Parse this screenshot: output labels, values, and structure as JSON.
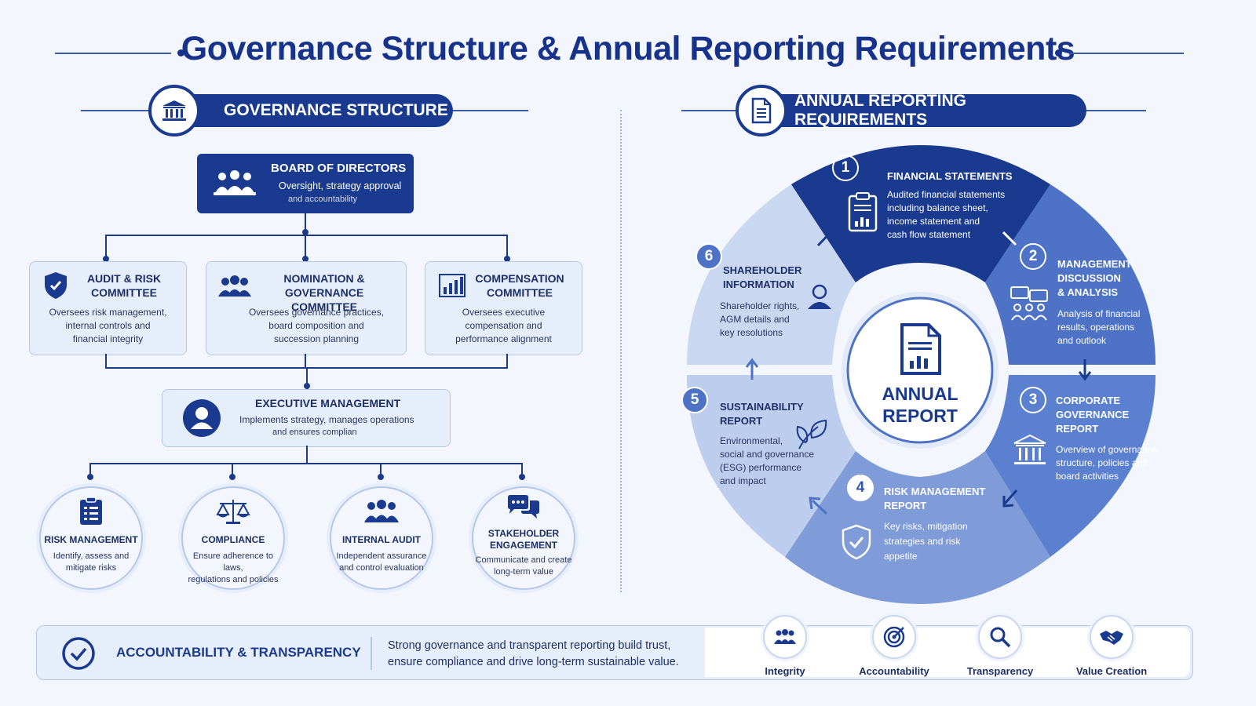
{
  "title": "Governance Structure & Annual Reporting Requirements",
  "governance": {
    "header": "GOVERNANCE STRUCTURE",
    "board": {
      "title": "BOARD OF DIRECTORS",
      "desc1": "Oversight, strategy approval",
      "desc2": "and accountability"
    },
    "committees": [
      {
        "title1": "AUDIT & RISK",
        "title2": "COMMITTEE",
        "desc": [
          "Oversees risk management,",
          "internal controls and",
          "financial integrity"
        ]
      },
      {
        "title1": "NOMINATION &",
        "title2": "GOVERNANCE COMMITTEE",
        "desc": [
          "Oversees governance practices,",
          "board composition and",
          "succession planning"
        ]
      },
      {
        "title1": "COMPENSATION",
        "title2": "COMMITTEE",
        "desc": [
          "Oversees executive",
          "compensation and",
          "performance alignment"
        ]
      }
    ],
    "executive": {
      "title": "EXECUTIVE MANAGEMENT",
      "desc1": "Implements strategy, manages operations",
      "desc2": "and ensures complian"
    },
    "functions": [
      {
        "title": "RISK MANAGEMENT",
        "desc": [
          "Identify, assess and",
          "mitigate risks"
        ]
      },
      {
        "title": "COMPLIANCE",
        "desc": [
          "Ensure adherence to laws,",
          "regulations and policies"
        ]
      },
      {
        "title": "INTERNAL AUDIT",
        "desc": [
          "Independent assurance",
          "and control evaluation"
        ]
      },
      {
        "title1": "STAKEHOLDER",
        "title2": "ENGAGEMENT",
        "desc": [
          "Communicate and create",
          "long-term value"
        ]
      }
    ]
  },
  "reporting": {
    "header": "ANNUAL REPORTING REQUIREMENTS",
    "center1": "ANNUAL",
    "center2": "REPORT",
    "segments": [
      {
        "num": "1",
        "title": "FINANCIAL STATEMENTS",
        "desc": [
          "Audited financial statements",
          "including balance sheet,",
          "income statement and",
          "cash flow statement"
        ]
      },
      {
        "num": "2",
        "title": [
          "MANAGEMENT",
          "DISCUSSION",
          "& ANALYSIS"
        ],
        "desc": [
          "Analysis of financial",
          "results, operations",
          "and outlook"
        ]
      },
      {
        "num": "3",
        "title": [
          "CORPORATE",
          "GOVERNANCE",
          "REPORT"
        ],
        "desc": [
          "Overview of governance",
          "structure, policies and",
          "board activities"
        ]
      },
      {
        "num": "4",
        "title": [
          "RISK MANAGEMENT",
          "REPORT"
        ],
        "desc": [
          "Key risks, mitigation",
          "strategies and risk",
          "appetite"
        ]
      },
      {
        "num": "5",
        "title": [
          "SUSTAINABILITY",
          "REPORT"
        ],
        "desc": [
          "Environmental,",
          "social and governance",
          "(ESG) performance",
          "and impact"
        ]
      },
      {
        "num": "6",
        "title": [
          "SHAREHOLDER",
          "INFORMATION"
        ],
        "desc": [
          "Shareholder rights,",
          "AGM details and",
          "key resolutions"
        ]
      }
    ]
  },
  "footer": {
    "label": "ACCOUNTABILITY & TRANSPARENCY",
    "text1": "Strong governance and transparent reporting build trust,",
    "text2": "ensure compliance and drive long-term sustainable value.",
    "values": [
      "Integrity",
      "Accountability",
      "Transparency",
      "Value Creation"
    ]
  },
  "colors": {
    "navy": "#1a3a8f",
    "mid": "#4f73c7",
    "light": "#c9d7f1",
    "background": "#f3f6fc"
  }
}
